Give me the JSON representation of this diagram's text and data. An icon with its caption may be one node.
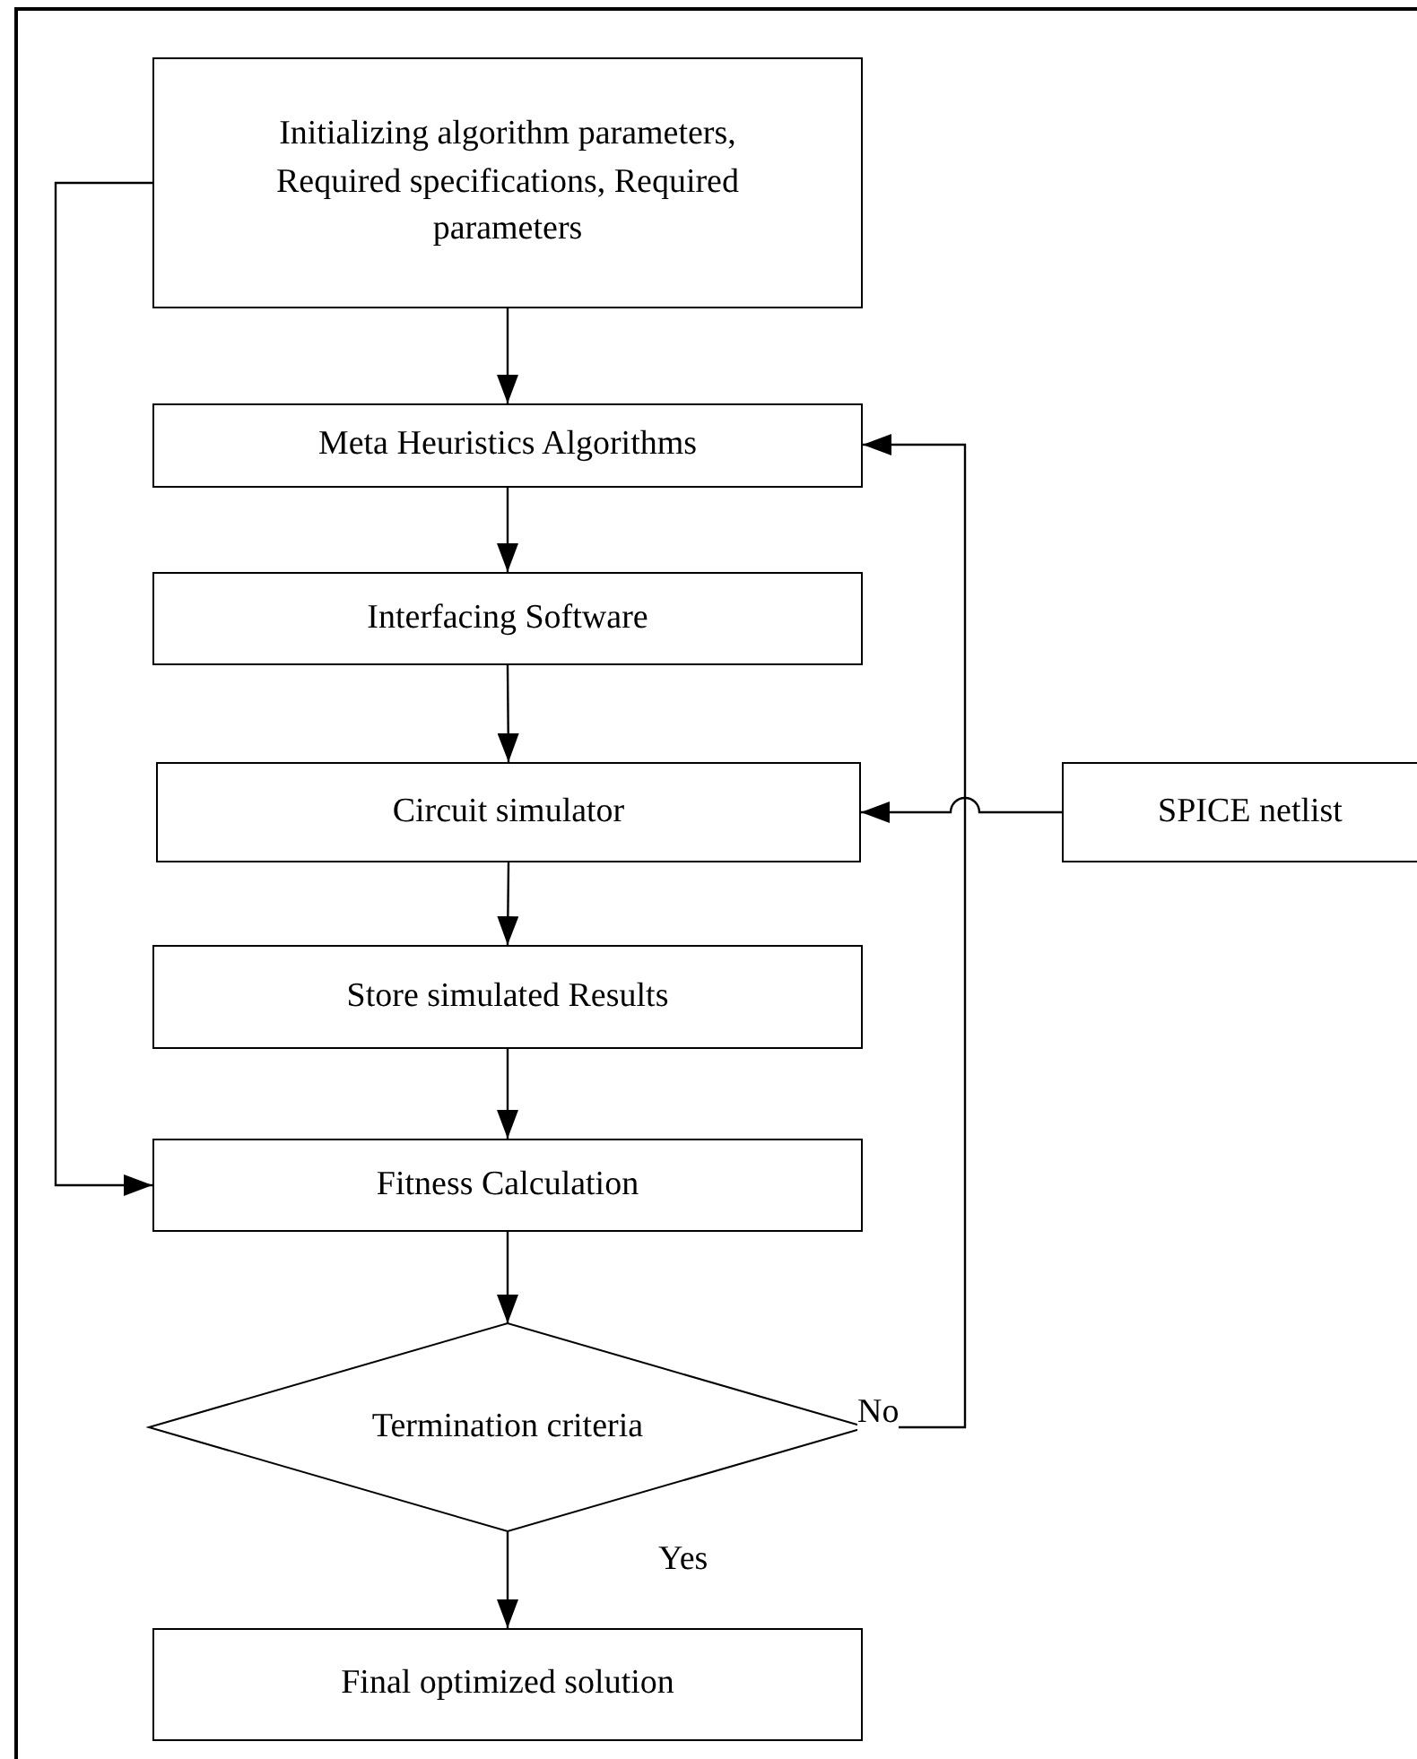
{
  "diagram": {
    "nodes": [
      {
        "text": [
          "Initializing algorithm parameters, Required specifications, Required parameters"
        ]
      },
      {
        "text": [
          "Meta Heuristics Algorithms"
        ]
      },
      {
        "text": [
          "Interfacing Software"
        ]
      },
      {
        "text": [
          "Circuit simulator"
        ]
      },
      {
        "text": [
          "SPICE netlist"
        ]
      },
      {
        "text": [
          "Store simulated Results"
        ]
      },
      {
        "text": [
          "Fitness Calculation"
        ]
      },
      {
        "text": [
          "Termination criteria"
        ]
      },
      {
        "text": [
          "Final optimized solution"
        ]
      }
    ],
    "edges": [
      {
        "from": 0,
        "to": 1,
        "arrow": "to"
      },
      {
        "from": 1,
        "to": 2,
        "arrow": "to"
      },
      {
        "from": 2,
        "to": 3,
        "arrow": "to"
      },
      {
        "from": 4,
        "to": 3,
        "arrow": "to"
      },
      {
        "from": 3,
        "to": 5,
        "arrow": "to"
      },
      {
        "from": 5,
        "to": 6,
        "arrow": "to"
      },
      {
        "from": 0,
        "to": 6,
        "arrow": "to"
      },
      {
        "from": 6,
        "to": 7,
        "arrow": "to"
      },
      {
        "from": 7,
        "to": 1,
        "arrow": "to",
        "label": "No"
      },
      {
        "from": 7,
        "to": 8,
        "arrow": "to",
        "label": "Yes"
      }
    ]
  }
}
